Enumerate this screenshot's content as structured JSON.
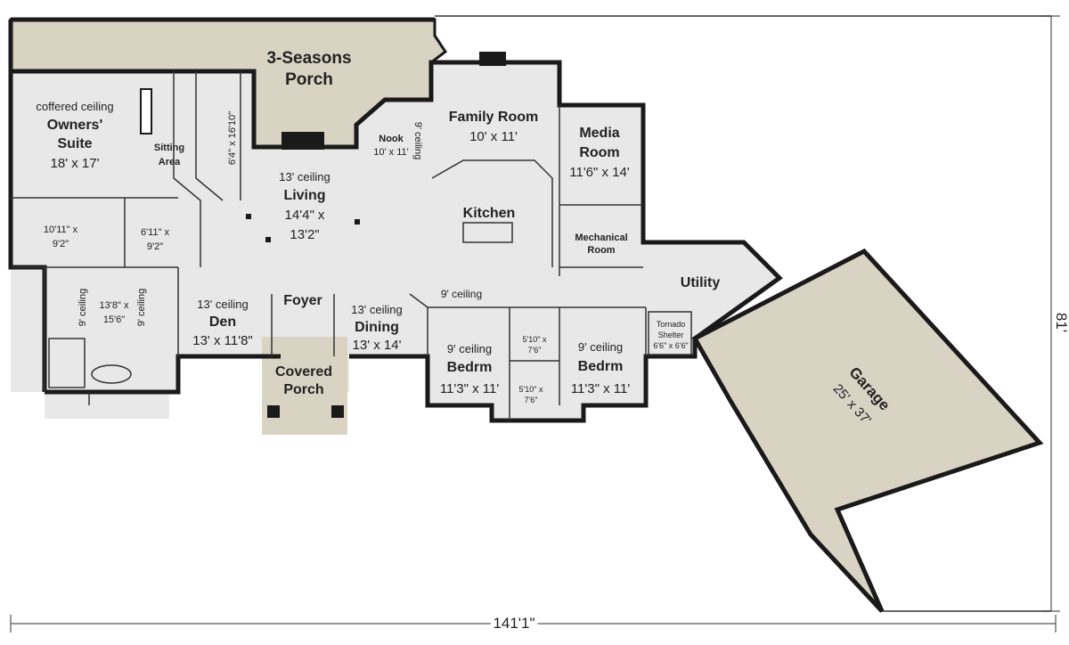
{
  "rooms": {
    "porch_name": "3-Seasons",
    "porch_name2": "Porch",
    "owners_note": "coffered ceiling",
    "owners_name": "Owners'",
    "owners_name2": "Suite",
    "owners_dim": "18' x 17'",
    "sitting_name": "Sitting",
    "sitting_name2": "Area",
    "closet1_dim1": "10'11\" x",
    "closet1_dim2": "9'2\"",
    "closet2_dim1": "6'11\" x",
    "closet2_dim2": "9'2\"",
    "bath_note_left": "9' ceiling",
    "bath_note_right": "9' ceiling",
    "bath_dim1": "13'8\" x",
    "bath_dim2": "15'6\"",
    "hall_dim": "6'4\" x 16'10\"",
    "living_note": "13' ceiling",
    "living_name": "Living",
    "living_dim1": "14'4\" x",
    "living_dim2": "13'2\"",
    "nook_name": "Nook",
    "nook_dim": "10' x 11'",
    "nook_note": "9' ceiling",
    "family_name": "Family Room",
    "family_dim": "10' x 11'",
    "media_name": "Media",
    "media_name2": "Room",
    "media_dim": "11'6\" x 14'",
    "kitchen_name": "Kitchen",
    "mech_name": "Mechanical",
    "mech_name2": "Room",
    "den_note": "13' ceiling",
    "den_name": "Den",
    "den_dim": "13' x 11'8\"",
    "foyer_name": "Foyer",
    "covered_name": "Covered",
    "covered_name2": "Porch",
    "dining_note": "13' ceiling",
    "dining_name": "Dining",
    "dining_dim": "13' x 14'",
    "hall_note": "9' ceiling",
    "bed1_note": "9' ceiling",
    "bed1_name": "Bedrm",
    "bed1_dim": "11'3\" x 11'",
    "bath2_dim1": "5'10\" x",
    "bath2_dim2": "7'6\"",
    "bath3_dim1": "5'10\" x",
    "bath3_dim2": "7'6\"",
    "bed2_note": "9' ceiling",
    "bed2_name": "Bedrm",
    "bed2_dim": "11'3\" x 11'",
    "utility_name": "Utility",
    "tornado_name": "Tornado",
    "tornado_name2": "Shelter",
    "tornado_dim": "6'6\" x 6'6\"",
    "garage_name": "Garage",
    "garage_dim": "25' x 37'"
  },
  "dimensions": {
    "width": "141'1\"",
    "depth": "81'"
  },
  "colors": {
    "porch_fill": "#d9d3c3",
    "floor_fill": "#e8e8e8",
    "wall": "#1a1a1a"
  }
}
